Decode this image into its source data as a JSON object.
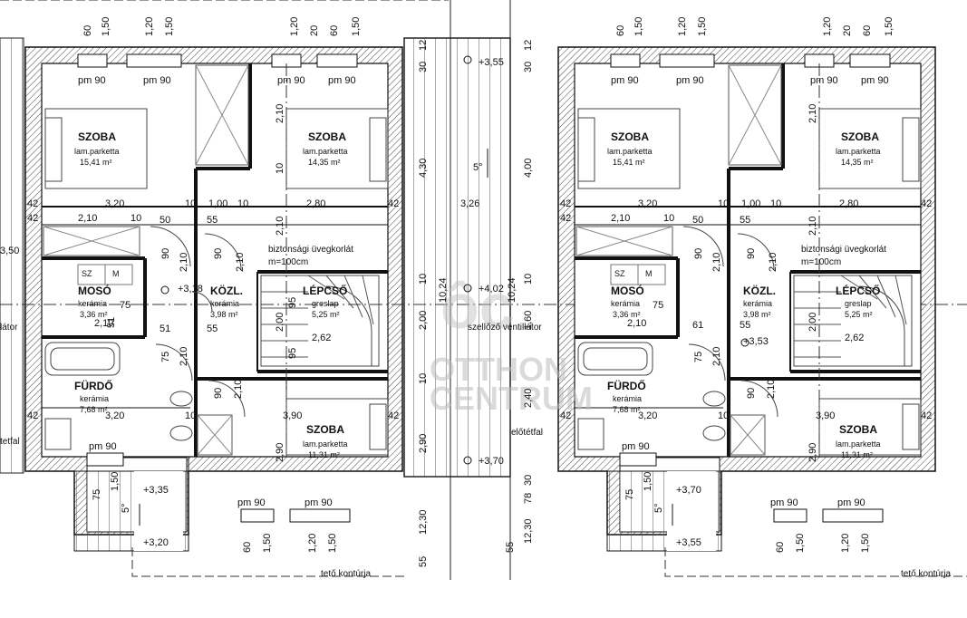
{
  "rooms": {
    "szoba1": {
      "name": "SZOBA",
      "floor": "lam.parketta",
      "area": "15,41 m²"
    },
    "szoba2": {
      "name": "SZOBA",
      "floor": "lam.parketta",
      "area": "14,35 m²"
    },
    "szoba3": {
      "name": "SZOBA",
      "floor": "lam.parketta",
      "area": "11,31 m²"
    },
    "moso": {
      "name": "MOSÓ",
      "floor": "kerámia",
      "area": "3,36 m²"
    },
    "kozl": {
      "name": "KÖZL.",
      "floor": "kerámia",
      "area": "3,98 m²"
    },
    "lepcso": {
      "name": "LÉPCSŐ",
      "floor": "greslap",
      "area": "5,25 m²"
    },
    "furdo": {
      "name": "FÜRDŐ",
      "floor": "kerámia",
      "area": "7,68 m²"
    }
  },
  "notes": {
    "railing": "biztonsági üvegkorlát",
    "railing_height": "m=100cm",
    "ventilator": "szellőző ventillátor",
    "ventilator_cut": "látor",
    "tetofal": "előtétfal",
    "tetofal_cut": "tetfal",
    "roof_outline": "tető kontúrja",
    "slope": "5°",
    "sz": "SZ",
    "m": "M"
  },
  "levels": {
    "a": "+3,55",
    "b": "+4,02",
    "c": "+3,70",
    "d": "+3,18",
    "e": "+3,35",
    "f": "+3,20",
    "g": "+3,53",
    "h": "+3,70",
    "i": "+3,55"
  },
  "window": "pm 90",
  "dims": {
    "d60": "60",
    "d150": "1,50",
    "d120": "1,20",
    "d90": "90",
    "d42": "42",
    "d320": "3,20",
    "d10": "10",
    "d100": "1,00",
    "d280": "2,80",
    "d210": "2,10",
    "d50": "50",
    "d55": "55",
    "d350": "3,50",
    "d51": "51",
    "d75": "75",
    "d61": "61",
    "d95": "95",
    "d262": "2,62",
    "d290": "2,90",
    "d390": "3,90",
    "d430": "4,30",
    "d326": "3,26",
    "d1024": "10,24",
    "d200": "2,00",
    "d400": "4,00",
    "d160": "1,60",
    "d240": "2,40",
    "d30": "30",
    "d12": "12",
    "d78": "78",
    "d1230": "12,30",
    "d20": "20"
  },
  "watermark": {
    "line1": "OTTHON",
    "line2": "CENTRUM"
  }
}
